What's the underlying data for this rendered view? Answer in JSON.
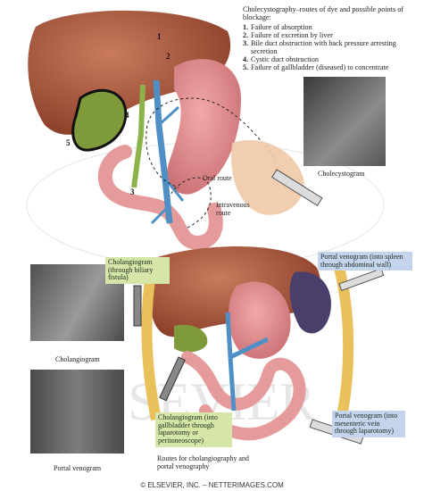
{
  "legend": {
    "title": "Cholecystography–routes of dye and possible points of blockage:",
    "items": [
      {
        "n": "1.",
        "text": "Failure of absorption"
      },
      {
        "n": "2.",
        "text": "Failure of excretion by liver"
      },
      {
        "n": "3.",
        "text": "Bile duct obstruction with back pressure arresting secretion"
      },
      {
        "n": "4.",
        "text": "Cystic duct obstruction"
      },
      {
        "n": "5.",
        "text": "Failure of gallbladder (diseased) to concentrate"
      }
    ]
  },
  "markers": [
    "1",
    "2",
    "3",
    "4",
    "5"
  ],
  "labels": {
    "oral_route": "Oral route",
    "iv_route": "Intravenous route"
  },
  "captions": {
    "cholecystogram": "Cholecystogram",
    "cholangiogram": "Cholangiogram",
    "portal_venogram": "Portal venogram",
    "routes": "Routes for cholangiography and portal venography"
  },
  "callouts": {
    "cholangiogram_fistula": "Cholangiogram (through biliary fistula)",
    "portal_venogram_spleen": "Portal venogram (into spleen through abdominal wall)",
    "cholangiogram_laparotomy": "Cholangiogram (into gallbladder through laparotomy or peritoneoscope)",
    "portal_venogram_mesenteric": "Portal venogram (into mesenteric vein through laparotomy)"
  },
  "footer": {
    "copyright": "© ELSEVIER, INC. – NETTERIMAGES.COM"
  },
  "colors": {
    "callout_green": "#d6e6a8",
    "callout_blue": "#c4d4ec",
    "liver": "#8b3f2a",
    "portal_vein": "#4f8fc6",
    "bile_duct": "#8bb34a"
  }
}
